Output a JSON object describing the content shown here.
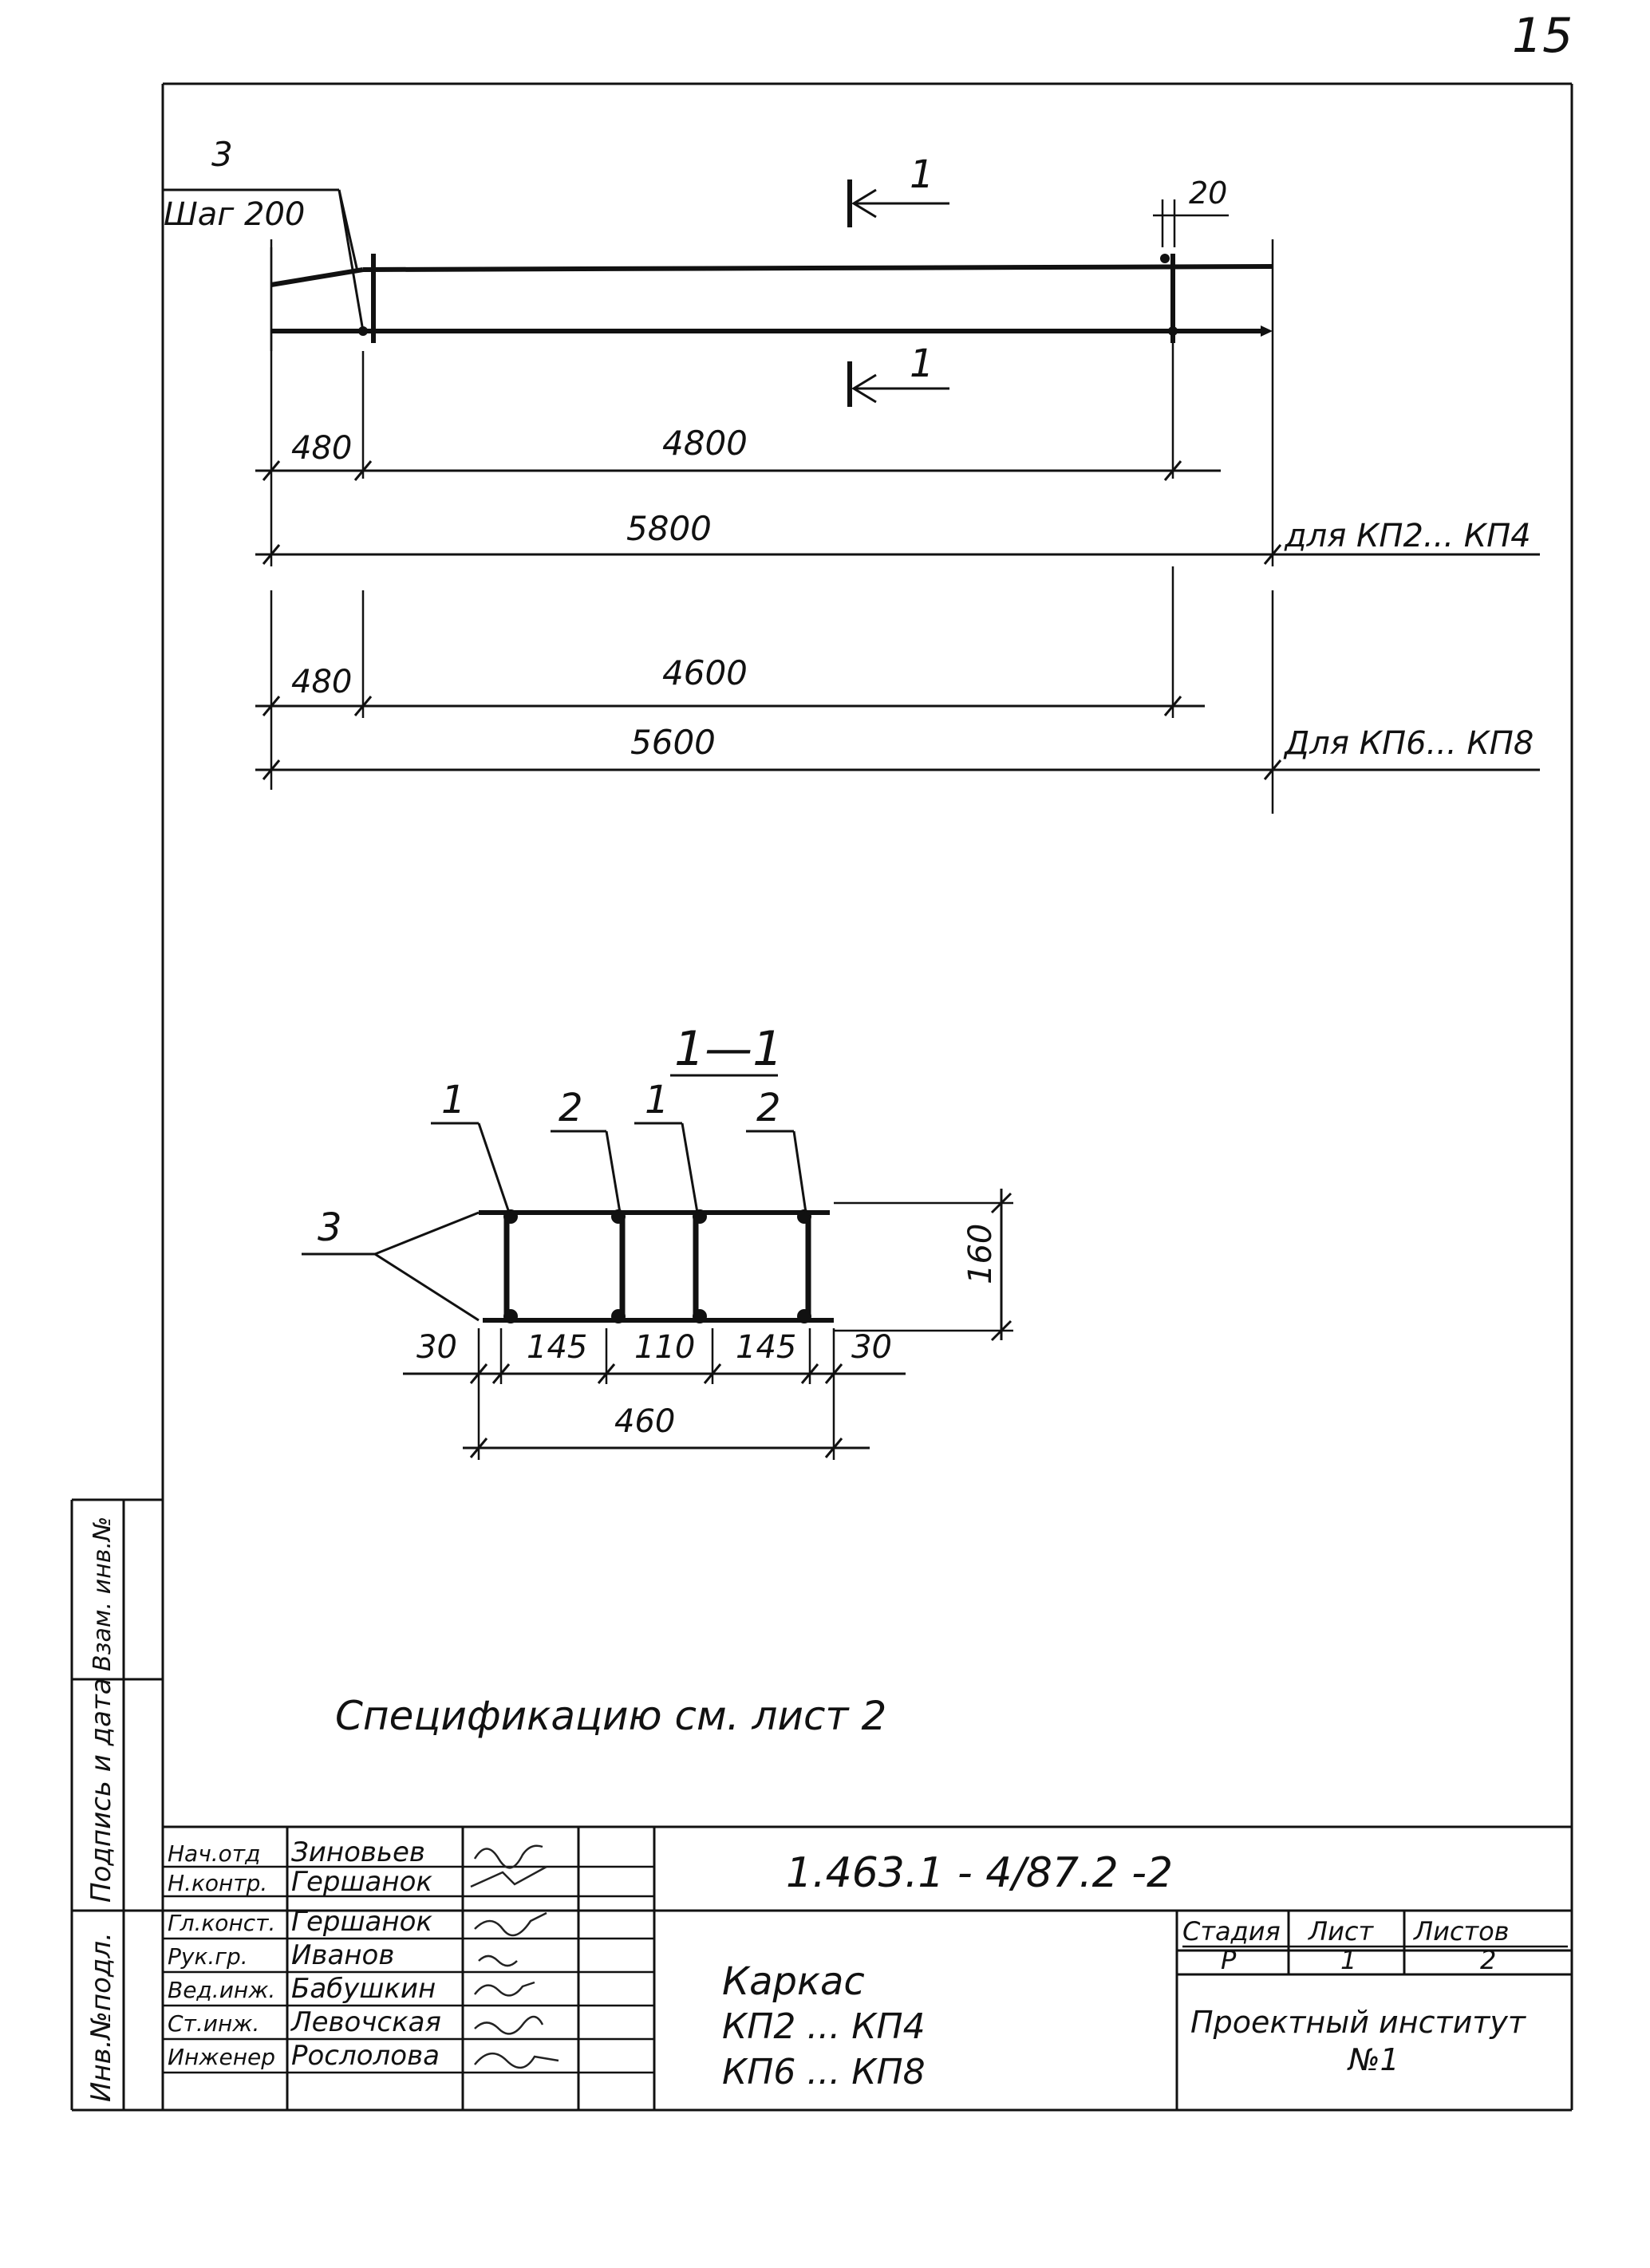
{
  "page_number": "15",
  "elevation": {
    "callout_pos": "3",
    "callout_step": "Шаг 200",
    "dim_end_gap": "20",
    "section_mark": "1",
    "row1": {
      "left": "480",
      "mid": "4800",
      "total": "5800",
      "note": "для КП2... КП4"
    },
    "row2": {
      "left": "480",
      "mid": "4600",
      "total": "5600",
      "note": "Для КП6... КП8"
    }
  },
  "section": {
    "title": "1—1",
    "bar_labels": [
      "1",
      "2",
      "1",
      "2"
    ],
    "mesh_label": "3",
    "height": "160",
    "dims": [
      "30",
      "145",
      "110",
      "145",
      "30"
    ],
    "total": "460"
  },
  "note": "Спецификацию см.  лист 2",
  "side_stamp": {
    "cell1": "Инв.№подл.",
    "cell2": "Подпись и дата",
    "cell3": "Взам. инв.№"
  },
  "title_block": {
    "code": "1.463.1 - 4/87.2 -2",
    "name_lines": [
      "Каркас",
      "КП2 ... КП4",
      "КП6 ... КП8"
    ],
    "stage_header": "Стадия",
    "sheet_header": "Лист",
    "sheets_header": "Листов",
    "stage": "Р",
    "sheet": "1",
    "sheets": "2",
    "org_lines": [
      "Проектный институт",
      "№1"
    ],
    "staff": [
      {
        "role": "Нач.отд",
        "name": "Зиновьев"
      },
      {
        "role": "Н.контр.",
        "name": "Гершанок"
      },
      {
        "role": "Гл.конст.",
        "name": "Гершанок"
      },
      {
        "role": "Рук.гр.",
        "name": "Иванов"
      },
      {
        "role": "Вед.инж.",
        "name": "Бабушкин"
      },
      {
        "role": "Ст.инж.",
        "name": "Левочская"
      },
      {
        "role": "Инженер",
        "name": "Рослолова"
      }
    ]
  }
}
